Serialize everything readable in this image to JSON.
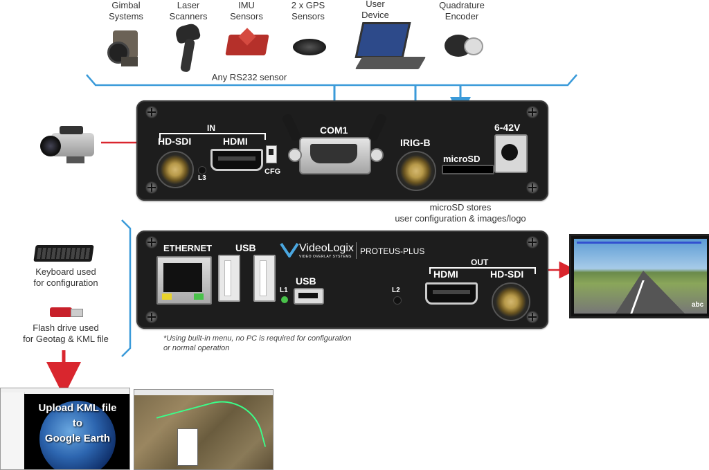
{
  "sensors": [
    {
      "label": "Gimbal\nSystems",
      "icon": "gimbal-icon"
    },
    {
      "label": "Laser\nScanners",
      "icon": "laser-scanner-icon"
    },
    {
      "label": "IMU\nSensors",
      "icon": "imu-icon"
    },
    {
      "label": "2 x GPS\nSensors",
      "icon": "gps-icon"
    },
    {
      "label": "User\nDevice",
      "icon": "laptop-icon"
    },
    {
      "label": "Quadrature\nEncoder",
      "icon": "encoder-icon"
    }
  ],
  "rs232_label": "Any RS232 sensor",
  "front_panel": {
    "in_label": "IN",
    "hdsdi": "HD-SDI",
    "hdmi": "HDMI",
    "l3": "L3",
    "cfg": "CFG",
    "com1": "COM1",
    "irigb": "IRIG-B",
    "microsd": "microSD",
    "power": "6-42V"
  },
  "microsd_note": "microSD stores\nuser configuration & images/logo",
  "rear_panel": {
    "ethernet": "ETHERNET",
    "usb_top": "USB",
    "usb_small": "USB",
    "l1": "L1",
    "l2": "L2",
    "brand": "VideoLogix",
    "brand_sub": "VIDEO OVERLAY SYSTEMS",
    "product": "PROTEUS-PLUS",
    "out_label": "OUT",
    "hdmi": "HDMI",
    "hdsdi": "HD-SDI"
  },
  "keyboard_label": "Keyboard used\nfor configuration",
  "flash_label": "Flash drive used\nfor Geotag & KML file",
  "footnote": "*Using built-in menu, no PC is required for configuration\n or normal operation",
  "earth_text": "Upload KML file\nto\nGoogle Earth",
  "overlay_text": "abc",
  "colors": {
    "blue": "#3a9ad9",
    "red": "#d9262e"
  }
}
